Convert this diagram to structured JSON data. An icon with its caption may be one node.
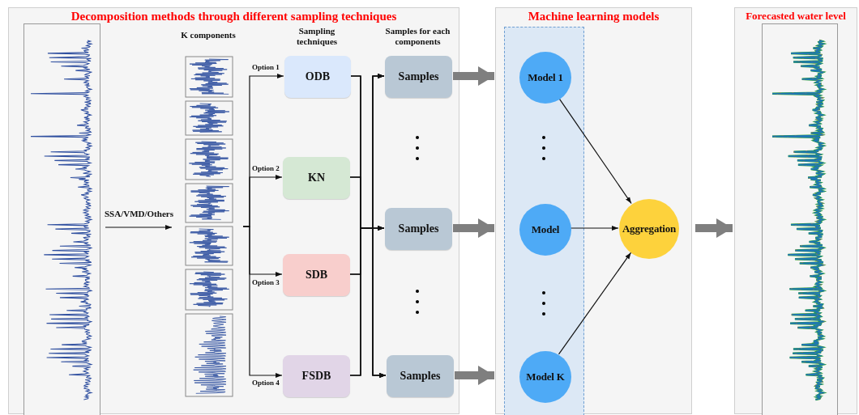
{
  "diagram": {
    "nodes": [
      {
        "text": [
          "Decomposition methods through different sampling techniques"
        ]
      },
      {
        "text": [],
        "shape": "picture",
        "in": 0
      },
      {
        "text": [
          "K components"
        ],
        "in": 0
      },
      {
        "text": [
          "ODB"
        ],
        "in": 0
      },
      {
        "text": [
          "KN"
        ],
        "in": 0
      },
      {
        "text": [
          "SDB"
        ],
        "in": 0
      },
      {
        "text": [
          "FSDB"
        ],
        "in": 0
      },
      {
        "text": [
          "Samples"
        ],
        "in": 0
      },
      {
        "text": [
          "Samples"
        ],
        "in": 0
      },
      {
        "text": [
          "Samples"
        ],
        "in": 0
      },
      {
        "text": [
          "Machine learning models"
        ]
      },
      {
        "text": [],
        "shape": "box",
        "in": 10
      },
      {
        "text": [
          "Model 1"
        ],
        "in": 11
      },
      {
        "text": [
          "Model"
        ],
        "in": 11
      },
      {
        "text": [
          "Model K"
        ],
        "in": 11
      },
      {
        "text": [
          "Aggregation"
        ],
        "in": 10
      },
      {
        "text": [
          "Forecasted water level"
        ]
      },
      {
        "text": [],
        "shape": "picture",
        "in": 16
      }
    ],
    "edges": [
      {
        "from": 1,
        "to": 2,
        "arrow": "to",
        "label": "SSA/VMD/Others"
      },
      {
        "from": 2,
        "to": 3,
        "arrow": "to",
        "label": "Option 1"
      },
      {
        "from": 2,
        "to": 4,
        "arrow": "to",
        "label": "Option 2"
      },
      {
        "from": 2,
        "to": 5,
        "arrow": "to",
        "label": "Option 3"
      },
      {
        "from": 2,
        "to": 6,
        "arrow": "to",
        "label": "Option 4"
      },
      {
        "from": 3,
        "to": 7,
        "arrow": "to"
      },
      {
        "from": 3,
        "to": 8,
        "arrow": "to"
      },
      {
        "from": 3,
        "to": 9,
        "arrow": "to"
      },
      {
        "from": 4,
        "to": 7,
        "arrow": "to"
      },
      {
        "from": 4,
        "to": 8,
        "arrow": "to"
      },
      {
        "from": 4,
        "to": 9,
        "arrow": "to"
      },
      {
        "from": 5,
        "to": 7,
        "arrow": "to"
      },
      {
        "from": 5,
        "to": 8,
        "arrow": "to"
      },
      {
        "from": 5,
        "to": 9,
        "arrow": "to"
      },
      {
        "from": 6,
        "to": 7,
        "arrow": "to"
      },
      {
        "from": 6,
        "to": 8,
        "arrow": "to"
      },
      {
        "from": 6,
        "to": 9,
        "arrow": "to"
      },
      {
        "from": 7,
        "to": 10,
        "arrow": "to",
        "style": "thick",
        "color": "#7f7f7f"
      },
      {
        "from": 8,
        "to": 10,
        "arrow": "to",
        "style": "thick",
        "color": "#7f7f7f"
      },
      {
        "from": 9,
        "to": 10,
        "arrow": "to",
        "style": "thick",
        "color": "#7f7f7f"
      },
      {
        "from": 12,
        "to": 15,
        "arrow": "to"
      },
      {
        "from": 13,
        "to": 15,
        "arrow": "to"
      },
      {
        "from": 14,
        "to": 15,
        "arrow": "to"
      },
      {
        "from": 10,
        "to": 16,
        "arrow": "to",
        "style": "thick",
        "color": "#7f7f7f"
      }
    ],
    "labels": [
      "Sampling techniques",
      "Samples for each components"
    ]
  }
}
